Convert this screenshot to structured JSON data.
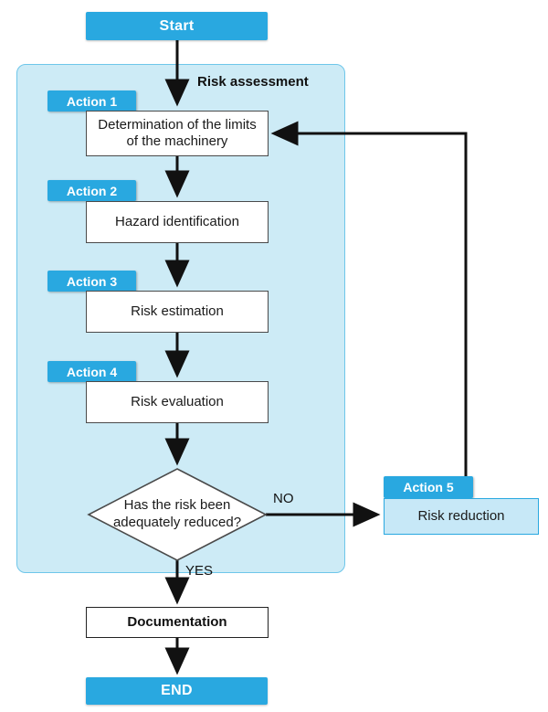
{
  "diagram": {
    "start_label": "Start",
    "container_title": "Risk assessment",
    "actions": [
      {
        "badge": "Action 1",
        "label": "Determination of the limits of the machinery"
      },
      {
        "badge": "Action 2",
        "label": "Hazard identification"
      },
      {
        "badge": "Action 3",
        "label": "Risk estimation"
      },
      {
        "badge": "Action 4",
        "label": "Risk evaluation"
      }
    ],
    "decision": {
      "question": "Has the risk been adequately reduced?",
      "yes_label": "YES",
      "no_label": "NO"
    },
    "action5": {
      "badge": "Action 5",
      "label": "Risk reduction"
    },
    "documentation_label": "Documentation",
    "end_label": "END",
    "colors": {
      "accent_blue": "#29A8E0",
      "container_fill": "#CDEBF6",
      "container_border": "#6EC6EA",
      "reduction_fill": "#C7E8F7",
      "box_border": "#4a4a4a",
      "arrow_color": "#111111"
    }
  }
}
